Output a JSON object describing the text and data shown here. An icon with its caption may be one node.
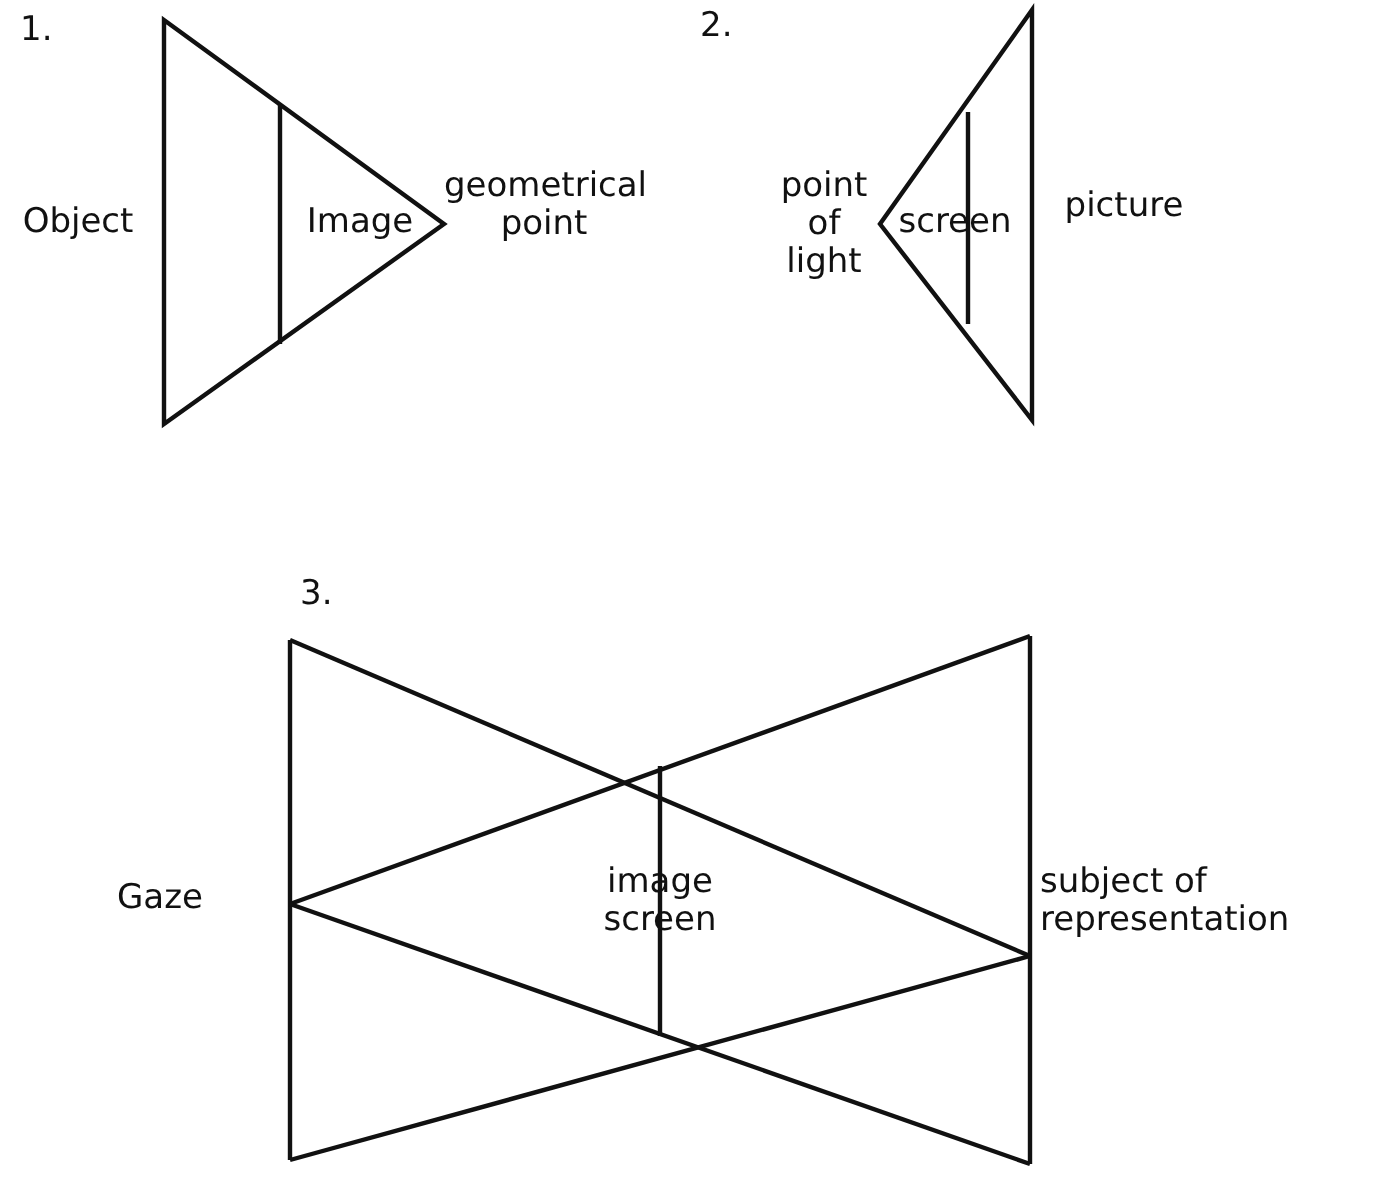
{
  "diagram": {
    "labels": [
      "1.",
      "Object",
      "Image",
      "geometrical point",
      "2.",
      "point of light",
      "screen",
      "picture",
      "3.",
      "Gaze",
      "image screen",
      "subject of representation"
    ]
  }
}
